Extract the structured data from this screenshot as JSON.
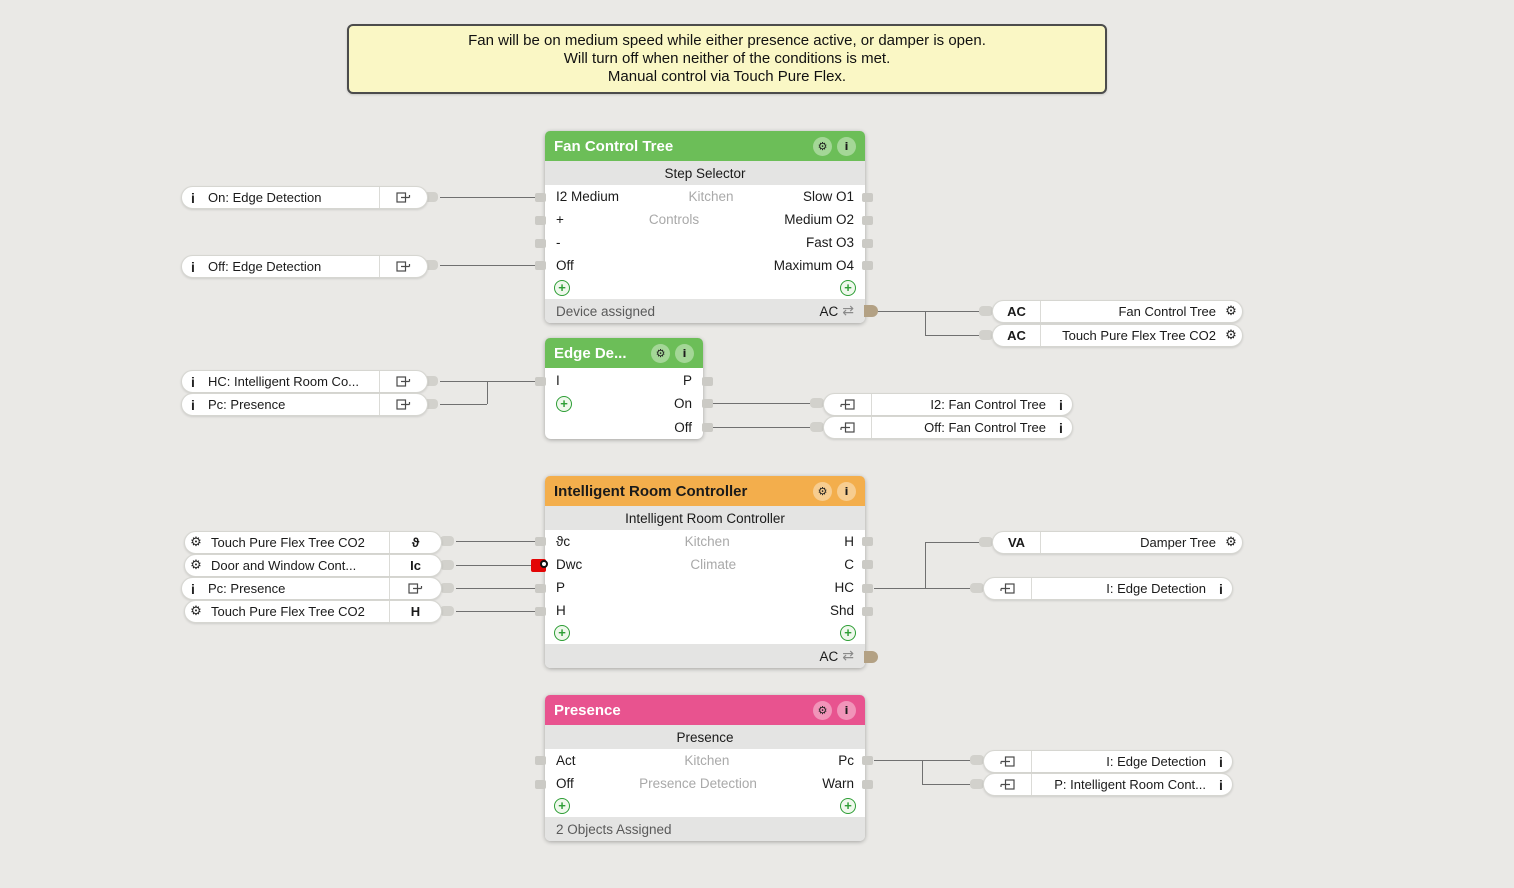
{
  "note": {
    "lines": [
      "Fan will be on medium speed while either presence active, or damper is open.",
      "Will turn off when neither of the conditions is met.",
      "Manual control via Touch Pure Flex."
    ]
  },
  "icons": {
    "gear": "⚙",
    "info": "i",
    "swap": "⇄",
    "plus": "+"
  },
  "colors": {
    "green": "#6CBE58",
    "orange": "#F3AE4C",
    "pink": "#E8538F",
    "note_bg": "#FAF7C5",
    "canvas": "#EAE9E6",
    "ac_connector": "#B3A184",
    "negated_connector": "#E30505"
  },
  "blocks": {
    "fan": {
      "title": "Fan Control Tree",
      "subtitle": "Step Selector",
      "inputs": [
        "I2 Medium",
        "+",
        "-",
        "Off"
      ],
      "center": [
        "Kitchen",
        "Controls"
      ],
      "outputs": [
        "Slow O1",
        "Medium O2",
        "Fast O3",
        "Maximum O4"
      ],
      "footer_left": "Device assigned",
      "footer_ac": "AC"
    },
    "edge": {
      "title": "Edge De...",
      "left": [
        "I"
      ],
      "right": [
        "P",
        "On",
        "Off"
      ]
    },
    "irc": {
      "title": "Intelligent Room Controller",
      "subtitle": "Intelligent Room Controller",
      "inputs": [
        "ϑc",
        "Dwc",
        "P",
        "H"
      ],
      "center": [
        "Kitchen",
        "Climate"
      ],
      "outputs": [
        "H",
        "C",
        "HC",
        "Shd"
      ],
      "footer_ac": "AC"
    },
    "presence": {
      "title": "Presence",
      "subtitle": "Presence",
      "inputs": [
        "Act",
        "Off"
      ],
      "center": [
        "Kitchen",
        "Presence Detection"
      ],
      "outputs": [
        "Pc",
        "Warn"
      ],
      "footer_left": "2 Objects Assigned"
    }
  },
  "left_refs": [
    {
      "label": "On: Edge Detection"
    },
    {
      "label": "Off: Edge Detection"
    },
    {
      "label": "HC: Intelligent Room Co..."
    },
    {
      "label": "Pc: Presence"
    },
    {
      "label": "Touch Pure Flex Tree CO2",
      "badge": "ϑ"
    },
    {
      "label": "Door and Window Cont...",
      "badge": "Ic"
    },
    {
      "label": "Pc: Presence"
    },
    {
      "label": "Touch Pure Flex Tree CO2",
      "badge": "H"
    }
  ],
  "right_refs": [
    {
      "badge": "AC",
      "label": "Fan Control Tree"
    },
    {
      "badge": "AC",
      "label": "Touch Pure Flex Tree CO2"
    },
    {
      "label": "I2: Fan Control Tree"
    },
    {
      "label": "Off: Fan Control Tree"
    },
    {
      "badge": "VA",
      "label": "Damper Tree"
    },
    {
      "label": "I: Edge Detection"
    },
    {
      "label": "I: Edge Detection"
    },
    {
      "label": "P: Intelligent Room Cont..."
    }
  ]
}
